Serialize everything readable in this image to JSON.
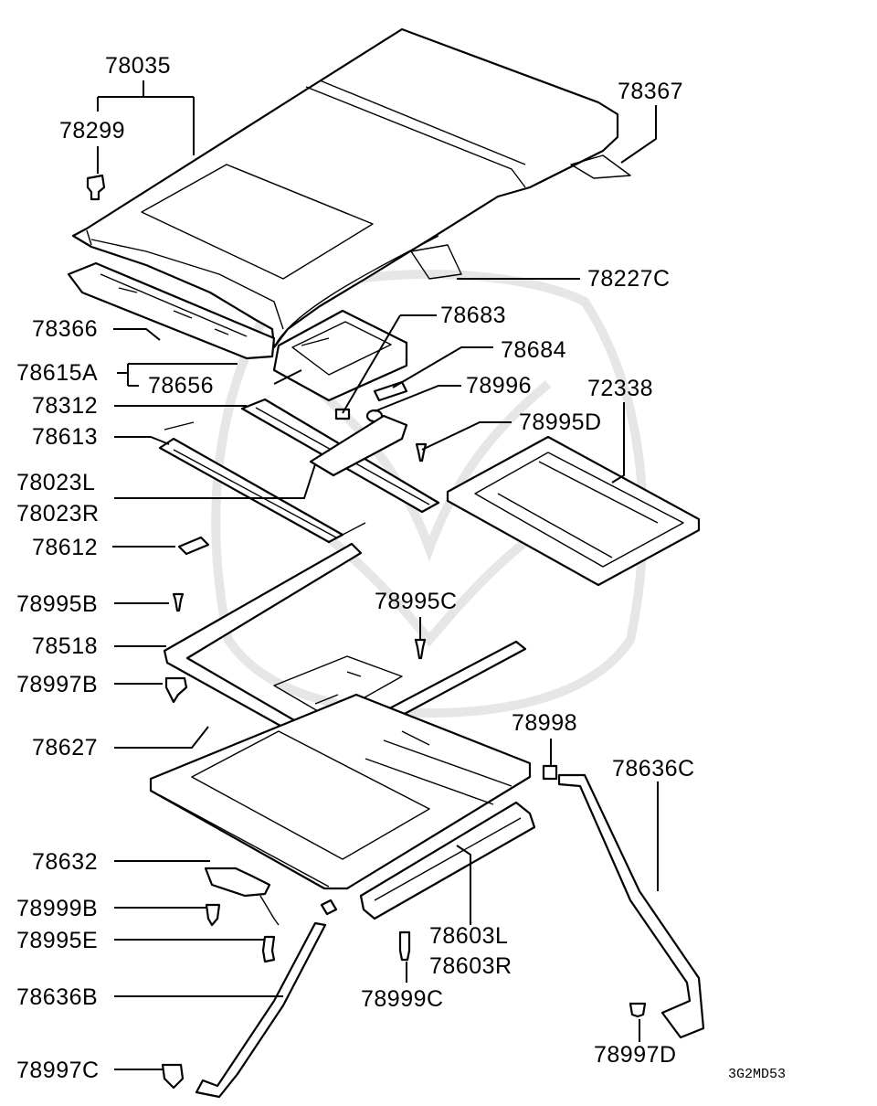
{
  "diagram": {
    "code": "3G2MD53",
    "labels": {
      "p78035": "78035",
      "p78299": "78299",
      "p78367": "78367",
      "p78227C": "78227C",
      "p78366": "78366",
      "p78683": "78683",
      "p78684": "78684",
      "p78615A": "78615A",
      "p78656": "78656",
      "p78996": "78996",
      "p78312": "78312",
      "p72338": "72338",
      "p78995D": "78995D",
      "p78613": "78613",
      "p78023L": "78023L",
      "p78023R": "78023R",
      "p78612": "78612",
      "p78995B": "78995B",
      "p78995C": "78995C",
      "p78518": "78518",
      "p78997B": "78997B",
      "p78998": "78998",
      "p78627": "78627",
      "p78636C": "78636C",
      "p78632": "78632",
      "p78999B": "78999B",
      "p78995E": "78995E",
      "p78603L": "78603L",
      "p78603R": "78603R",
      "p78999C": "78999C",
      "p78636B": "78636B",
      "p78997D": "78997D",
      "p78997C": "78997C"
    }
  }
}
